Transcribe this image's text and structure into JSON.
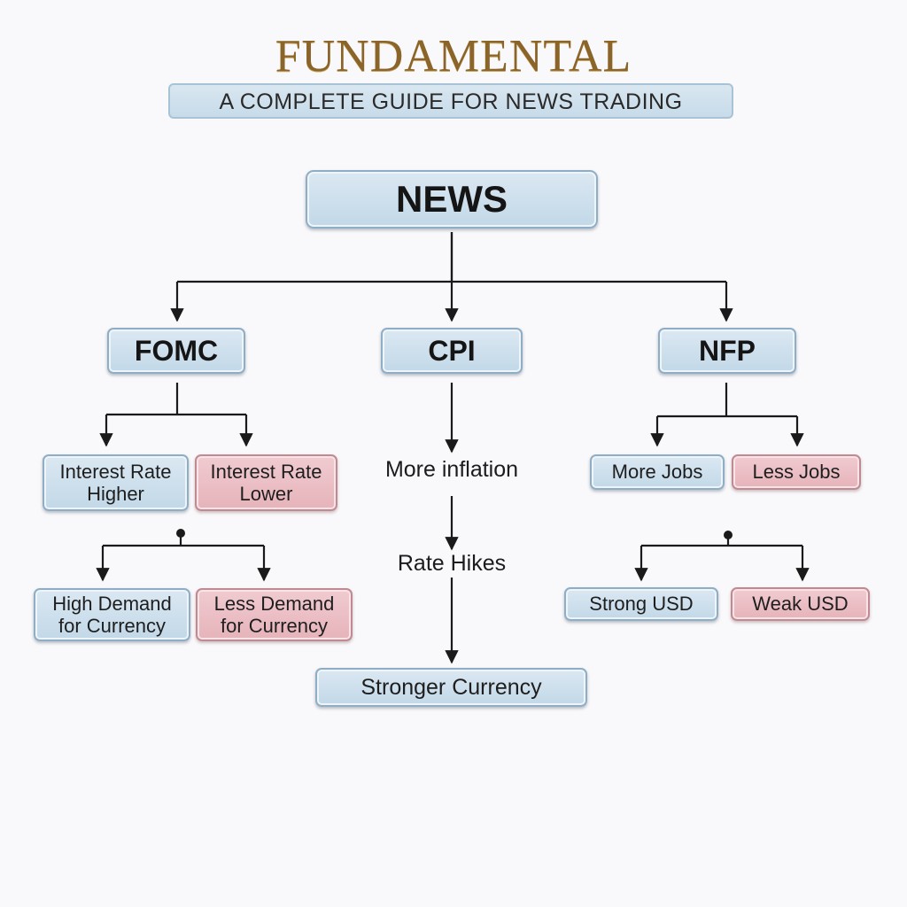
{
  "title": "FUNDAMENTAL",
  "subtitle": "A COMPLETE GUIDE FOR NEWS TRADING",
  "root": "NEWS",
  "branches": {
    "fomc": {
      "label": "FOMC",
      "rate_higher": "Interest Rate\nHigher",
      "rate_lower": "Interest Rate\nLower",
      "high_demand": "High Demand\nfor Currency",
      "less_demand": "Less Demand\nfor Currency"
    },
    "cpi": {
      "label": "CPI",
      "more_inflation": "More inflation",
      "rate_hikes": "Rate Hikes",
      "stronger_currency": "Stronger Currency"
    },
    "nfp": {
      "label": "NFP",
      "more_jobs": "More Jobs",
      "less_jobs": "Less Jobs",
      "strong_usd": "Strong USD",
      "weak_usd": "Weak USD"
    }
  },
  "colors": {
    "positive_box": "#c7dbe9",
    "negative_box": "#e8b7bd",
    "title": "#8a6428",
    "connector": "#1a1a1a"
  }
}
